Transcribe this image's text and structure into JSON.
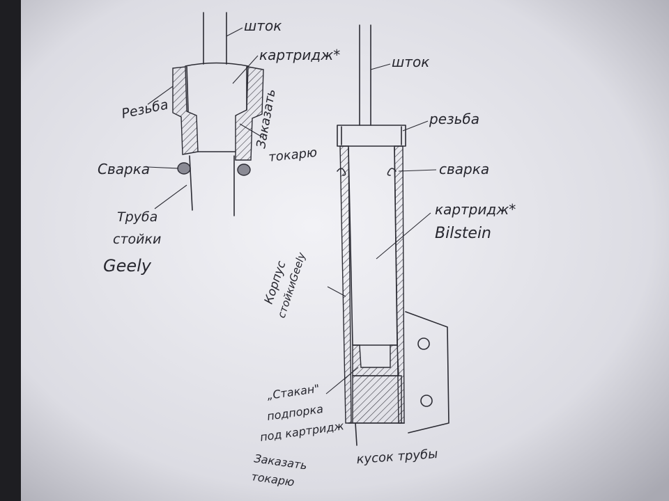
{
  "left_sketch": {
    "rod_label": "шток",
    "cartridge_label": "картридж*",
    "thread_label": "Резьба",
    "order_label_line1": "Заказать",
    "order_label_line2": "токарю",
    "weld_label": "Сварка",
    "tube_label_line1": "Труба",
    "tube_label_line2": "стойки",
    "tube_label_line3": "Geely"
  },
  "right_sketch": {
    "rod_label": "шток",
    "thread_label": "резьба",
    "weld_label": "сварка",
    "cartridge_label_line1": "картридж*",
    "cartridge_label_line2": "Bilstein",
    "body_label_line1": "Корпус",
    "body_label_line2": "стойкиGeely",
    "cup_label_line1": "„Стакан\"",
    "cup_label_line2": "подпорка",
    "cup_label_line3": "под картридж",
    "order_label_line1": "Заказать",
    "order_label_line2": "токарю",
    "pipe_piece_label": "кусок трубы"
  },
  "colors": {
    "paper": "#ebebf0",
    "ink": "#2b2b33",
    "background": "#2a2a30"
  }
}
